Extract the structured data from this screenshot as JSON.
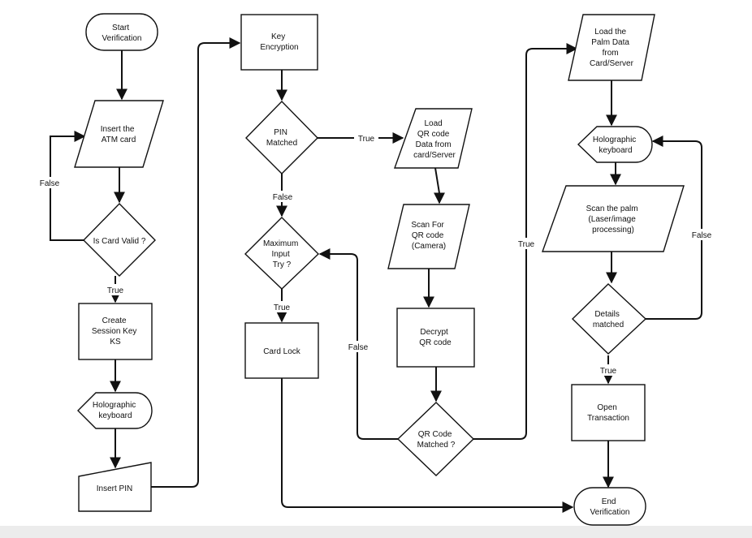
{
  "diagram": {
    "nodes": {
      "start": [
        "Start",
        "Verification"
      ],
      "insert_card": [
        "Insert the",
        "ATM card"
      ],
      "card_valid": [
        "Is Card Valid ?"
      ],
      "create_session": [
        "Create",
        "Session Key",
        "KS"
      ],
      "holo_keyboard_1": [
        "Holographic",
        "keyboard"
      ],
      "insert_pin": [
        "Insert PIN"
      ],
      "key_encryption": [
        "Key",
        "Encryption"
      ],
      "pin_matched": [
        "PIN",
        "Matched"
      ],
      "max_input": [
        "Maximum",
        "Input",
        "Try ?"
      ],
      "card_lock": [
        "Card Lock"
      ],
      "load_qr": [
        "Load",
        "QR code",
        "Data from",
        "card/Server"
      ],
      "scan_qr": [
        "Scan For",
        "QR code",
        "(Camera)"
      ],
      "decrypt_qr": [
        "Decrypt",
        "QR code"
      ],
      "qr_matched": [
        "QR Code",
        "Matched ?"
      ],
      "load_palm": [
        "Load the",
        "Palm Data",
        "from",
        "Card/Server"
      ],
      "holo_keyboard_2": [
        "Holographic",
        "keyboard"
      ],
      "scan_palm": [
        "Scan the palm",
        "(Laser/image",
        "processing)"
      ],
      "details_matched": [
        "Details",
        "matched"
      ],
      "open_transaction": [
        "Open",
        "Transaction"
      ],
      "end": [
        "End",
        "Verification"
      ]
    },
    "edge_labels": {
      "card_invalid": "False",
      "card_valid": "True",
      "pin_ok": "True",
      "pin_fail": "False",
      "max_reached": "True",
      "qr_fail": "False",
      "qr_ok": "True",
      "details_fail": "False",
      "details_ok": "True"
    }
  }
}
